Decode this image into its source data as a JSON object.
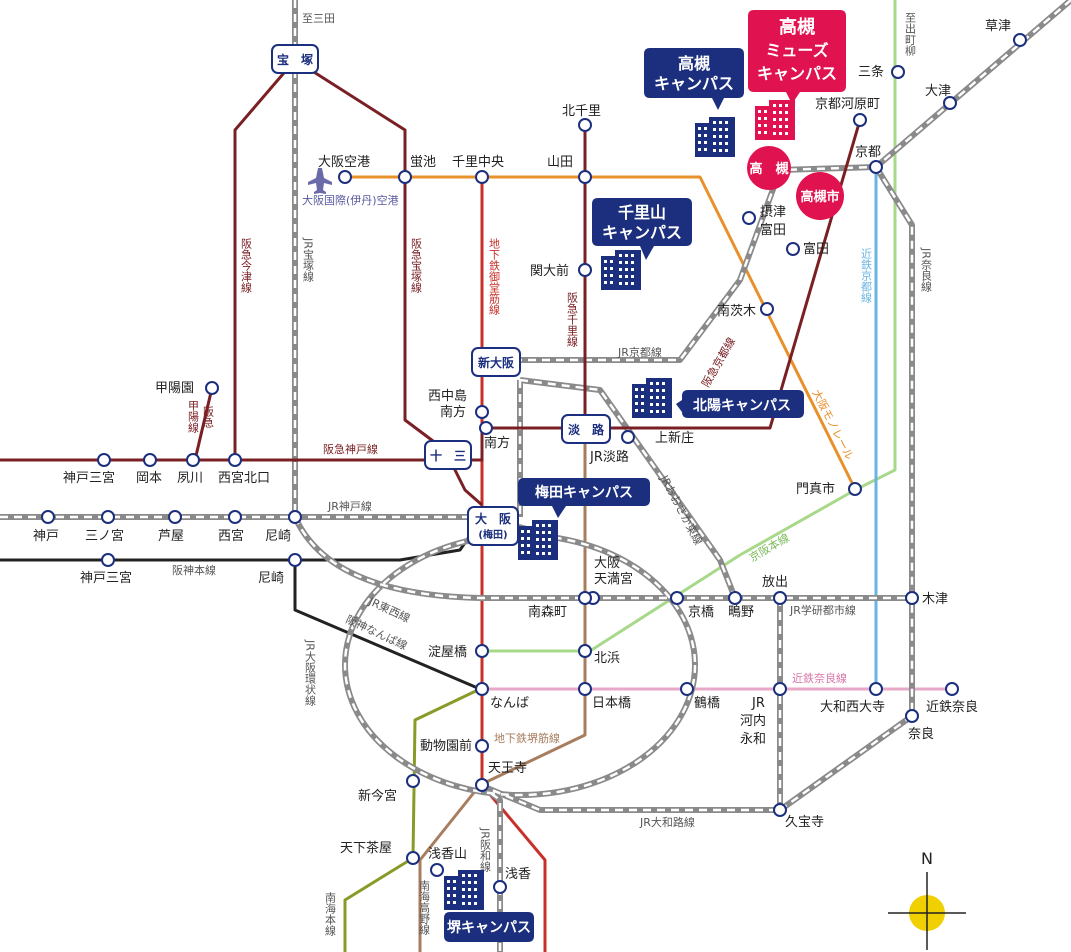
{
  "colors": {
    "hankyu": "#7a2024",
    "jr": "#8a8a8a",
    "monorail": "#e8902a",
    "midosuji": "#c8302a",
    "sakaisuji": "#a77d5e",
    "keihan": "#a8d88a",
    "kintetsu_kyoto": "#6ab4e4",
    "kintetsu_nara": "#e8a8c8",
    "nankai": "#8a9a28",
    "hanshin": "#222222",
    "campus_blue": "#1b2f7e",
    "campus_red": "#e0124f",
    "compass": "#f0d000"
  },
  "campuses": {
    "takatsuki": "高槻\nキャンパス",
    "muse": "高槻\nミューズ\nキャンパス",
    "senriyama": "千里山\nキャンパス",
    "hokuyo": "北陽キャンパス",
    "umeda": "梅田キャンパス",
    "sakai": "堺キャンパス"
  },
  "badges": {
    "takatsuki": "高　槻",
    "takatsukishi": "高槻市"
  },
  "hubs": {
    "takarazuka": "宝　塚",
    "shinosaka": "新大阪",
    "awaji": "淡　路",
    "juso": "十　三",
    "osaka": "大　阪",
    "umeda_sub": "(梅田)"
  },
  "stations": {
    "kita_senri": "北千里",
    "yamada": "山田",
    "senri_chuo": "千里中央",
    "hotarugaike": "蛍池",
    "osaka_kuko": "大阪空港",
    "airport": "大阪国際(伊丹)空港",
    "kandaimae": "関大前",
    "settsu_tonda": "摂津\n富田",
    "tonda": "富田",
    "minami_ibaraki": "南茨木",
    "kyoto": "京都",
    "kyoto_kawaramachi": "京都河原町",
    "sanjo": "三条",
    "otsu": "大津",
    "kusatsu": "草津",
    "kami_shinjo": "上新庄",
    "jr_awaji": "JR淡路",
    "nishinakajima": "西中島\n南方",
    "minamikata": "南方",
    "koyoen": "甲陽園",
    "kobe_sannomiya": "神戸三宮",
    "okamoto": "岡本",
    "shukugawa": "夙川",
    "nishinomiya_kitaguchi": "西宮北口",
    "kobe": "神戸",
    "sannomiya": "三ノ宮",
    "ashiya": "芦屋",
    "nishinomiya": "西宮",
    "amagasaki": "尼崎",
    "kobe_sannomiya2": "神戸三宮",
    "amagasaki2": "尼崎",
    "kadoma": "門真市",
    "osaka_tenmangu": "大阪\n天満宮",
    "minami_morimachi": "南森町",
    "kyobashi": "京橋",
    "shigino": "鴫野",
    "hanaten": "放出",
    "kizu": "木津",
    "yodoyabashi": "淀屋橋",
    "kitahama": "北浜",
    "namba": "なんば",
    "nipponbashi": "日本橋",
    "tsuruhashi": "鶴橋",
    "jr_kawachi": "JR\n河内\n永和",
    "yamato_saidaiji": "大和西大寺",
    "kintetsu_nara": "近鉄奈良",
    "nara": "奈良",
    "dobutsuenmae": "動物園前",
    "tennoji": "天王寺",
    "shin_imamiya": "新今宮",
    "kyuhoji": "久宝寺",
    "tengachaya": "天下茶屋",
    "asakayama": "浅香山",
    "asaka": "浅香",
    "to_sanda": "至三田",
    "to_demachi": "至出町柳"
  },
  "lines": {
    "hankyu_kobe": "阪急神戸線",
    "hankyu_imazu": "阪急今津線",
    "hankyu_takarazuka": "阪急宝塚線",
    "hankyu_koyo": "甲陽線",
    "hankyu_koyo2": "阪急",
    "hankyu_senri": "阪急千里線",
    "hankyu_kyoto": "阪急京都線",
    "jr_takarazuka": "JR宝塚線",
    "jr_kobe": "JR神戸線",
    "jr_kyoto": "JR京都線",
    "jr_osaka_higashi": "JRおおさか東線",
    "jr_tozai": "JR東西線",
    "jr_gakken": "JR学研都市線",
    "jr_nara": "JR奈良線",
    "jr_kanjo": "JR大阪環状線",
    "jr_yamatoji": "JR大和路線",
    "jr_hanwa": "JR阪和線",
    "midosuji": "地下鉄御堂筋線",
    "sakaisuji": "地下鉄堺筋線",
    "monorail": "大阪モノレール",
    "keihan": "京阪本線",
    "kintetsu_kyoto": "近鉄京都線",
    "kintetsu_nara": "近鉄奈良線",
    "hanshin_main": "阪神本線",
    "hanshin_namba": "阪神なんば線",
    "nankai_main": "南海本線",
    "nankai_koya": "南海高野線"
  },
  "compass": {
    "north": "N"
  }
}
